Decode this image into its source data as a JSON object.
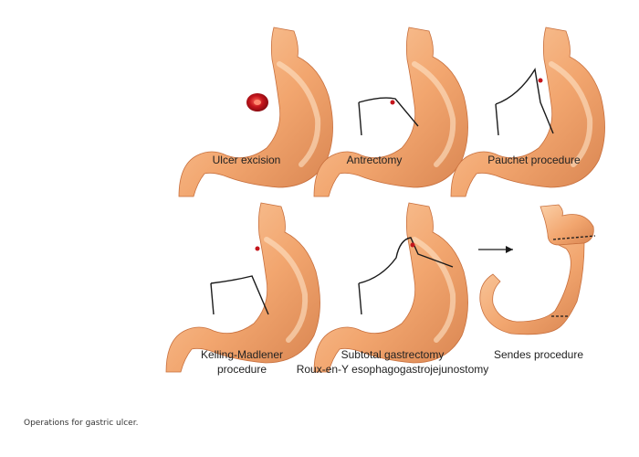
{
  "panels": [
    {
      "id": "ulcer-excision",
      "label": "Ulcer excision"
    },
    {
      "id": "antrectomy",
      "label": "Antrectomy"
    },
    {
      "id": "pauchet",
      "label": "Pauchet procedure"
    },
    {
      "id": "kelling-madlener",
      "label_line1": "Kelling-Madlener",
      "label_line2": "procedure"
    },
    {
      "id": "subtotal",
      "label_line1": "Subtotal gastrectomy",
      "label_line2": "Roux-en-Y esophagogastrojejunostomy"
    },
    {
      "id": "sendes",
      "label": "Sendes procedure"
    }
  ],
  "caption": "Operations for gastric ulcer.",
  "colors": {
    "stomach_fill": "#f0a46c",
    "stomach_light": "#f9c79d",
    "stomach_dark": "#c8703e",
    "outline": "#1a1a1a",
    "ulcer": "#c4151c"
  }
}
